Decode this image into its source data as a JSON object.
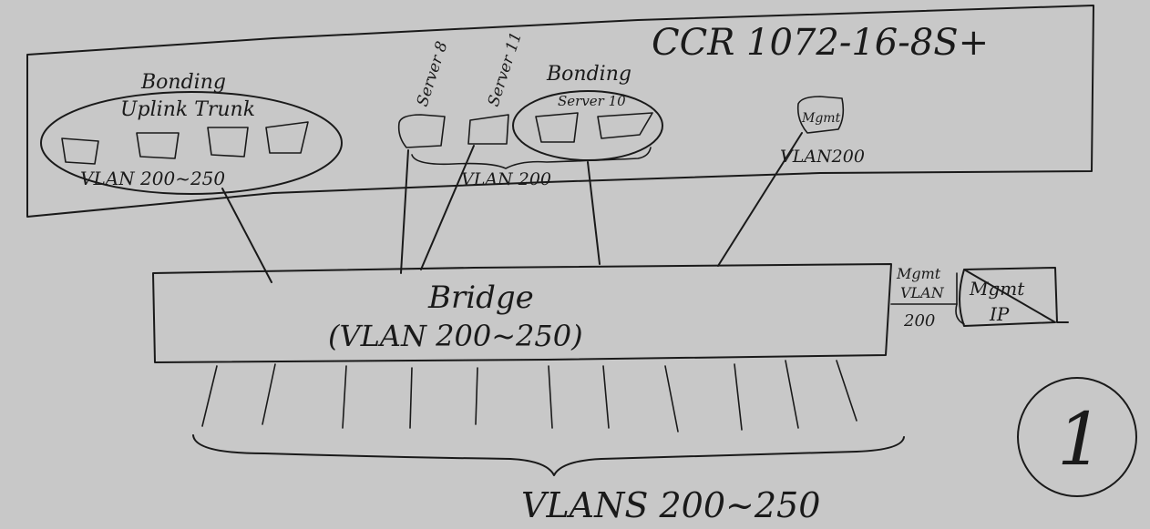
{
  "device": {
    "model": "CCR 1072-16-8S+"
  },
  "bonding_uplink": {
    "label_top": "Bonding",
    "label_bottom": "Uplink Trunk",
    "vlans": "VLAN 200~250"
  },
  "servers": [
    {
      "label": "Server 8"
    },
    {
      "label": "Server 11"
    }
  ],
  "bonding_server": {
    "label_top": "Bonding",
    "label_bottom": "Server 10"
  },
  "servers_vlan": "VLAN 200",
  "mgmt_port": {
    "label": "Mgmt",
    "vlan": "VLAN200"
  },
  "bridge": {
    "label": "Bridge",
    "vlans": "(VLAN 200~250)"
  },
  "mgmt_vlan_iface": {
    "line1": "Mgmt",
    "line2": "VLAN",
    "line3": "200"
  },
  "mgmt_ip": {
    "line1": "Mgmt",
    "line2": "IP"
  },
  "vlans_bottom": "VLANS 200~250",
  "page_number": "1"
}
